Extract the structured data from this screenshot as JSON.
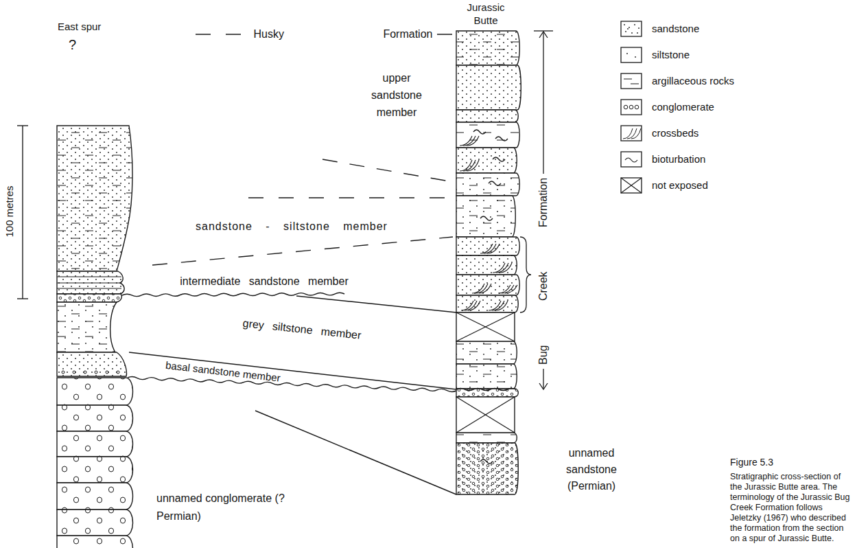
{
  "diagram": {
    "caption": "Stratigraphic cross-section of the Jurassic Butte area. The terminology of the Jurassic Bug Creek Formation follows Jeletzky (1967) who described the formation from the section on a spur of Jurassic Butte.",
    "labels": [
      "Jurassic Butte",
      "East spur",
      "?",
      "Husky Formation",
      "upper sandstone member",
      "sandstone - siltstone member",
      "intermediate sandstone member",
      "grey siltstone member",
      "basal sandstone member",
      "unnamed conglomerate (?Permian)",
      "unnamed sandstone (Permian)",
      "100 metres",
      "Bug Creek Formation",
      "Figure 5.3"
    ],
    "legend": [
      {
        "text": "sandstone"
      },
      {
        "text": "siltstone"
      },
      {
        "text": "argillaceous rocks"
      },
      {
        "text": "conglomerate"
      },
      {
        "text": "crossbeds"
      },
      {
        "text": "bioturbation"
      },
      {
        "text": "not exposed"
      }
    ]
  }
}
